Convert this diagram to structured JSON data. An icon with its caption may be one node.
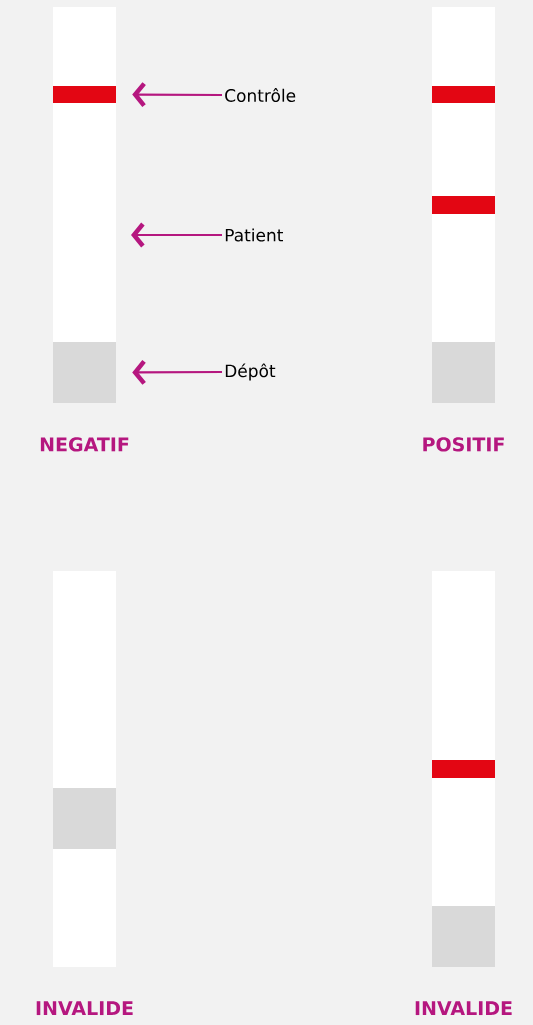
{
  "diagram": {
    "nodes": [
      {
        "text": [
          "NEGATIF"
        ]
      },
      {
        "text": [],
        "shape": "bar",
        "in": 0
      },
      {
        "text": [],
        "shape": "box",
        "in": 0
      },
      {
        "text": [
          "POSITIF"
        ]
      },
      {
        "text": [],
        "shape": "bar",
        "in": 3
      },
      {
        "text": [],
        "shape": "bar",
        "in": 3
      },
      {
        "text": [],
        "shape": "box",
        "in": 3
      },
      {
        "text": [
          "INVALIDE"
        ]
      },
      {
        "text": [],
        "shape": "box",
        "in": 7
      },
      {
        "text": [
          "INVALIDE"
        ]
      },
      {
        "text": [],
        "shape": "bar",
        "in": 9
      },
      {
        "text": [],
        "shape": "box",
        "in": 9
      },
      {
        "text": [
          "Contrôle"
        ]
      },
      {
        "text": [
          "Patient"
        ]
      },
      {
        "text": [
          "Dépôt"
        ]
      }
    ],
    "edges": [
      {
        "from": 12,
        "to": 1,
        "arrow": "to"
      },
      {
        "from": 13,
        "to": null,
        "arrow": "to"
      },
      {
        "from": 14,
        "to": 2,
        "arrow": "to"
      }
    ]
  }
}
